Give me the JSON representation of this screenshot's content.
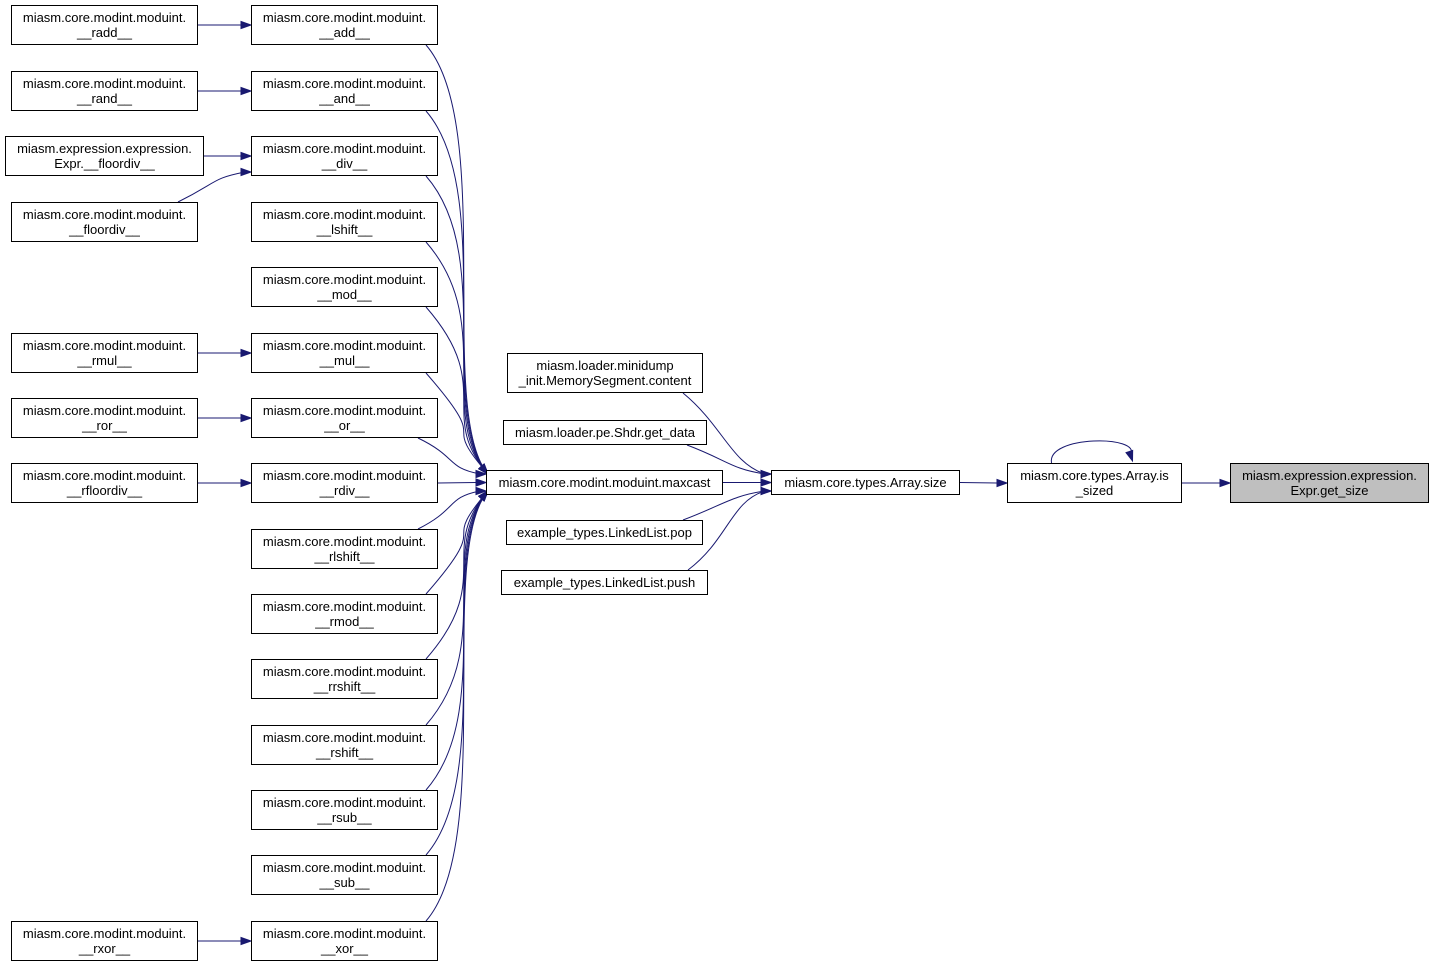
{
  "graph": {
    "type": "caller-graph",
    "colors": {
      "edge": "#191970",
      "node_border": "#000000",
      "current_fill": "#bfbfbf"
    },
    "nodes": [
      {
        "id": "get_size",
        "lines": [
          "miasm.expression.expression.",
          "Expr.get_size"
        ],
        "current": true
      },
      {
        "id": "is_sized",
        "lines": [
          "miasm.core.types.Array.is",
          "_sized"
        ]
      },
      {
        "id": "size",
        "lines": [
          "miasm.core.types.Array.size"
        ]
      },
      {
        "id": "maxcast",
        "lines": [
          "miasm.core.modint.moduint.maxcast"
        ]
      },
      {
        "id": "content",
        "lines": [
          "miasm.loader.minidump",
          "_init.MemorySegment.content"
        ]
      },
      {
        "id": "get_data",
        "lines": [
          "miasm.loader.pe.Shdr.get_data"
        ]
      },
      {
        "id": "pop",
        "lines": [
          "example_types.LinkedList.pop"
        ]
      },
      {
        "id": "push",
        "lines": [
          "example_types.LinkedList.push"
        ]
      },
      {
        "id": "add",
        "lines": [
          "miasm.core.modint.moduint.",
          "__add__"
        ]
      },
      {
        "id": "and",
        "lines": [
          "miasm.core.modint.moduint.",
          "__and__"
        ]
      },
      {
        "id": "div",
        "lines": [
          "miasm.core.modint.moduint.",
          "__div__"
        ]
      },
      {
        "id": "lshift",
        "lines": [
          "miasm.core.modint.moduint.",
          "__lshift__"
        ]
      },
      {
        "id": "mod",
        "lines": [
          "miasm.core.modint.moduint.",
          "__mod__"
        ]
      },
      {
        "id": "mul",
        "lines": [
          "miasm.core.modint.moduint.",
          "__mul__"
        ]
      },
      {
        "id": "or",
        "lines": [
          "miasm.core.modint.moduint.",
          "__or__"
        ]
      },
      {
        "id": "rdiv",
        "lines": [
          "miasm.core.modint.moduint.",
          "__rdiv__"
        ]
      },
      {
        "id": "rlshift",
        "lines": [
          "miasm.core.modint.moduint.",
          "__rlshift__"
        ]
      },
      {
        "id": "rmod",
        "lines": [
          "miasm.core.modint.moduint.",
          "__rmod__"
        ]
      },
      {
        "id": "rrshift",
        "lines": [
          "miasm.core.modint.moduint.",
          "__rrshift__"
        ]
      },
      {
        "id": "rshift",
        "lines": [
          "miasm.core.modint.moduint.",
          "__rshift__"
        ]
      },
      {
        "id": "rsub",
        "lines": [
          "miasm.core.modint.moduint.",
          "__rsub__"
        ]
      },
      {
        "id": "sub",
        "lines": [
          "miasm.core.modint.moduint.",
          "__sub__"
        ]
      },
      {
        "id": "xor",
        "lines": [
          "miasm.core.modint.moduint.",
          "__xor__"
        ]
      },
      {
        "id": "radd",
        "lines": [
          "miasm.core.modint.moduint.",
          "__radd__"
        ]
      },
      {
        "id": "rand",
        "lines": [
          "miasm.core.modint.moduint.",
          "__rand__"
        ]
      },
      {
        "id": "expr_floordiv",
        "lines": [
          "miasm.expression.expression.",
          "Expr.__floordiv__"
        ]
      },
      {
        "id": "floordiv",
        "lines": [
          "miasm.core.modint.moduint.",
          "__floordiv__"
        ]
      },
      {
        "id": "rmul",
        "lines": [
          "miasm.core.modint.moduint.",
          "__rmul__"
        ]
      },
      {
        "id": "ror",
        "lines": [
          "miasm.core.modint.moduint.",
          "__ror__"
        ]
      },
      {
        "id": "rfloordiv",
        "lines": [
          "miasm.core.modint.moduint.",
          "__rfloordiv__"
        ]
      },
      {
        "id": "rxor",
        "lines": [
          "miasm.core.modint.moduint.",
          "__rxor__"
        ]
      }
    ],
    "edges": [
      {
        "from": "is_sized",
        "to": "get_size"
      },
      {
        "from": "is_sized",
        "to": "is_sized"
      },
      {
        "from": "size",
        "to": "is_sized"
      },
      {
        "from": "maxcast",
        "to": "size"
      },
      {
        "from": "content",
        "to": "size"
      },
      {
        "from": "get_data",
        "to": "size"
      },
      {
        "from": "pop",
        "to": "size"
      },
      {
        "from": "push",
        "to": "size"
      },
      {
        "from": "add",
        "to": "maxcast"
      },
      {
        "from": "and",
        "to": "maxcast"
      },
      {
        "from": "div",
        "to": "maxcast"
      },
      {
        "from": "lshift",
        "to": "maxcast"
      },
      {
        "from": "mod",
        "to": "maxcast"
      },
      {
        "from": "mul",
        "to": "maxcast"
      },
      {
        "from": "or",
        "to": "maxcast"
      },
      {
        "from": "rdiv",
        "to": "maxcast"
      },
      {
        "from": "rlshift",
        "to": "maxcast"
      },
      {
        "from": "rmod",
        "to": "maxcast"
      },
      {
        "from": "rrshift",
        "to": "maxcast"
      },
      {
        "from": "rshift",
        "to": "maxcast"
      },
      {
        "from": "rsub",
        "to": "maxcast"
      },
      {
        "from": "sub",
        "to": "maxcast"
      },
      {
        "from": "xor",
        "to": "maxcast"
      },
      {
        "from": "radd",
        "to": "add"
      },
      {
        "from": "rand",
        "to": "and"
      },
      {
        "from": "expr_floordiv",
        "to": "div"
      },
      {
        "from": "floordiv",
        "to": "div"
      },
      {
        "from": "rmul",
        "to": "mul"
      },
      {
        "from": "ror",
        "to": "or"
      },
      {
        "from": "rfloordiv",
        "to": "rdiv"
      },
      {
        "from": "rxor",
        "to": "xor"
      }
    ]
  }
}
